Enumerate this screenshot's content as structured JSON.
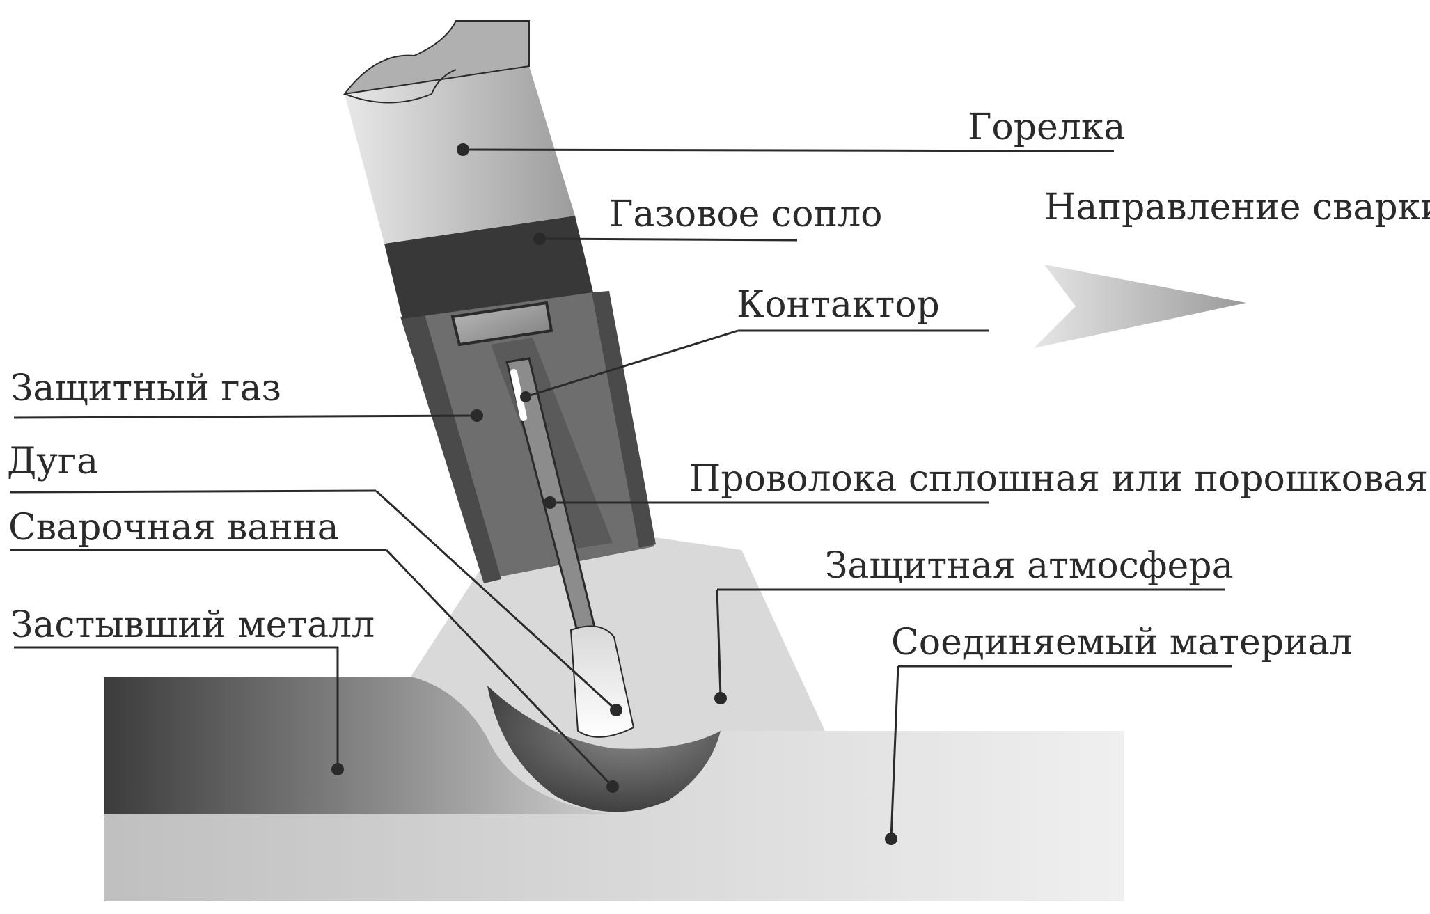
{
  "labels": {
    "torch": "Горелка",
    "gas_nozzle": "Газовое сопло",
    "welding_direction": "Направление сварки",
    "contact_tip": "Контактор",
    "shielding_gas": "Защитный газ",
    "arc": "Дуга",
    "wire": "Проволока сплошная или порошковая",
    "weld_pool": "Сварочная ванна",
    "shielding_atmosphere": "Защитная атмосфера",
    "solidified_metal": "Застывший металл",
    "base_material": "Соединяемый материал"
  },
  "colors": {
    "ink": "#2a2a2a",
    "torch_body": "#c9c9c9",
    "nozzle": "#3a3a3a",
    "gas_channel": "#6e6e6e",
    "atmosphere": "#d6d6d6",
    "weld_pool": "#4a4a4a",
    "arc": "#ffffff"
  }
}
